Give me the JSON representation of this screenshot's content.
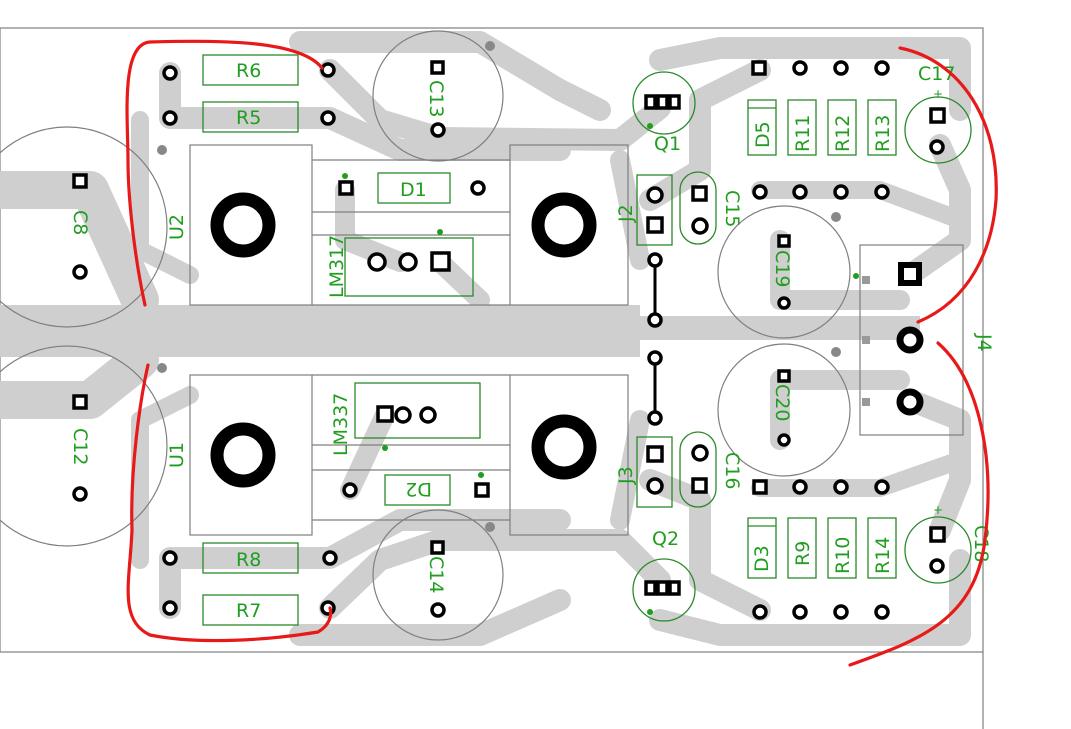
{
  "labels": {
    "R6": "R6",
    "R5": "R5",
    "R8": "R8",
    "R7": "R7",
    "C13": "C13",
    "C14": "C14",
    "C8": "C8",
    "C12": "C12",
    "U2": "U2",
    "U1": "U1",
    "D1": "D1",
    "D2": "D2",
    "LM317": "LM317",
    "LM337": "LM337",
    "Q1": "Q1",
    "Q2": "Q2",
    "J2": "J2",
    "J3": "J3",
    "J4": "J4",
    "C15": "C15",
    "C16": "C16",
    "C19": "C19",
    "C20": "C20",
    "D5": "D5",
    "R11": "R11",
    "R12": "R12",
    "R13": "R13",
    "D3": "D3",
    "R9": "R9",
    "R10": "R10",
    "R14": "R14",
    "C17": "C17",
    "C18": "C18",
    "plus": "+"
  },
  "colors": {
    "silkscreen": "#1f9e1f",
    "trace": "#cfcfcf",
    "pad_ring": "#000000",
    "markup": "#e81919",
    "outline": "#7f7f7f"
  }
}
